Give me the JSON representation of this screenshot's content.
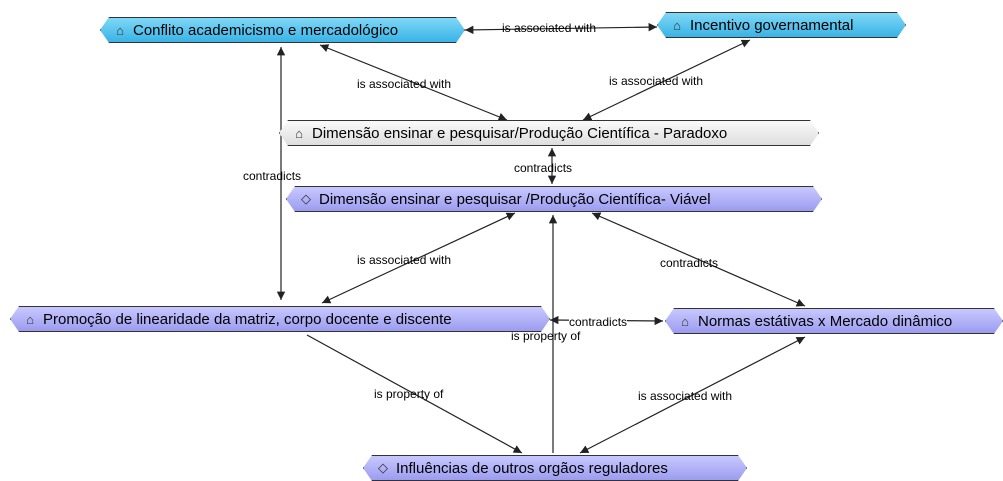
{
  "nodes": {
    "conflito": {
      "label": "Conflito academicismo e mercadológico",
      "icon": "network-doc-icon"
    },
    "incentivo": {
      "label": "Incentivo governamental",
      "icon": "network-doc-icon"
    },
    "paradoxo": {
      "label": "Dimensão ensinar e pesquisar/Produção Científica - Paradoxo",
      "icon": "network-doc-icon"
    },
    "viavel": {
      "label": "Dimensão ensinar e pesquisar /Produção Científica- Viável",
      "icon": "diamond-icon"
    },
    "promocao": {
      "label": "Promoção de linearidade da matriz, corpo docente e discente",
      "icon": "network-doc-icon"
    },
    "normas": {
      "label": "Normas estátivas x Mercado dinâmico",
      "icon": "network-doc-icon"
    },
    "influencias": {
      "label": "Influências de outros orgãos reguladores",
      "icon": "diamond-icon"
    }
  },
  "edges": {
    "conflito_incentivo": "is associated with",
    "conflito_paradoxo": "is associated with",
    "incentivo_paradoxo": "is associated with",
    "conflito_promocao": "contradicts",
    "paradoxo_viavel": "contradicts",
    "promocao_viavel": "is associated with",
    "viavel_normas": "contradicts",
    "promocao_normas": "contradicts",
    "influencias_viavel": "is property of",
    "promocao_influencias": "is property of",
    "normas_influencias": "is associated with"
  },
  "colors": {
    "cyan_node": "#39b3e6",
    "grey_node": "#dedede",
    "blue_node": "#9c9cf0",
    "edge": "#222222"
  }
}
